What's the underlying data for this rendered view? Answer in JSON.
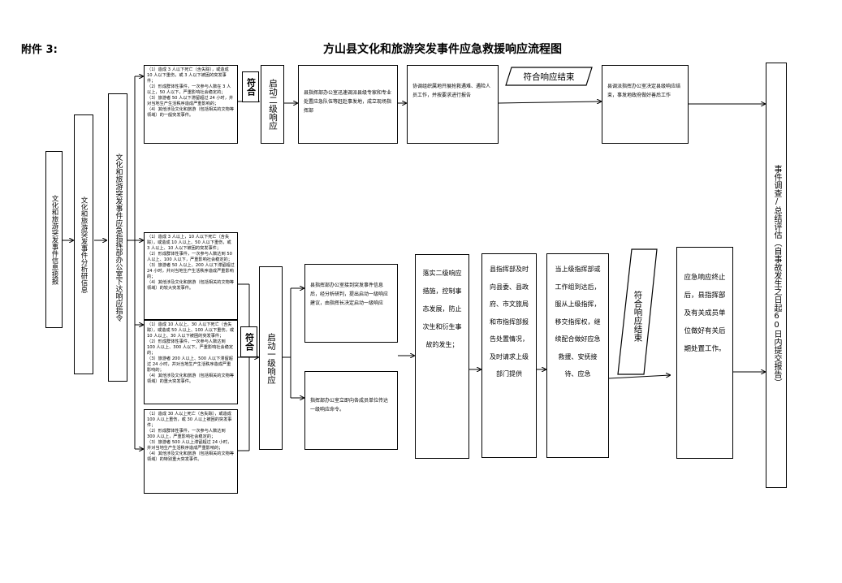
{
  "annex_label": "附件 3:",
  "title": "方山县文化和旅游突发事件应急救援响应流程图",
  "col_info_receive": "文化和旅游突发事件信息接报",
  "col_analysis": "文化和旅游突发事件分析研信息",
  "col_command": "文化和旅游突发事件应急指挥部办公室下达响应指令",
  "criteria_1": "（1）造成 3 人以下死亡（含失踪），或造成 10 人以下重伤，或 3 人以下被困的突发事件；\n（2）形成群体性事件，一次参与人数在 3 人以上，50 人以下，严重影响社会稳定的；\n（3）旅游者 50 人以下滞留超过 24 小时，并对当地生产生活秩序造成严重影响的；\n（4）其他涉及文化和旅游（包括相关的文物等领域）的一般突发事件。",
  "criteria_2": "（1）造成 3 人以上，10 人以下死亡（含失踪），或造成 10 人以上、50 人以下重伤，或 3 人以上、10 人以下被困的突发事件；\n（2）形成群体性事件，一次参与人数达到 50 人以上、100 人以下，严重影响社会稳定的；\n（3）旅游者 50 人以上、200 人以下滞留超过 24 小时，并对当地生产生活秩序造成严重影响的；\n（4）其他涉及文化和旅游（包括相关的文物等领域）的较大突发事件。",
  "criteria_3": "（1）造成 10 人以上、30 人以下死亡（含失踪），或造成 50 人以上、100 人以下重伤，或 10 人以上、30 人以下被困的突发事件；\n（2）形成群体性事件，一次参与人数达到 100 人以上、300 人以下，严重影响社会稳定的；\n（3）旅游者 200 人以上、500 人以下滞留超过 24 小时，并对当地生产生活秩序造成严重影响的；\n（4）其他涉及文化和旅游（包括相关的文物等领域）的重大突发事件。",
  "criteria_4": "（1）造成 30 人以上死亡（含失踪），或造成 100 人以上重伤，或 30 人以上被困的突发事件；\n（2）形成群体性事件，一次参与人数达到 300 人以上，严重影响社会稳定的；\n（3）旅游者 500 人以上滞留超过 24 小时，并对当地生产生活秩序造成严重影响的；\n（4）其他涉及文化和旅游（包括相关的文物等领域）的特别重大突发事件。",
  "match_1": "符合",
  "match_2": "符合",
  "start_level2": "启动二级响应",
  "start_level1": "启动一级响应",
  "l2_step1": "县指挥部办公室迅速调派县级专家和专业处置应急队伍等赶赴事发地，成立现场指挥部",
  "l2_step2": "协调组织属地开展抢救遇难、遇险人员工作，并按要求进行报告",
  "l2_end_label": "符合响应结束",
  "l2_step3": "县调派指挥办公室决定县级响应结束，事发地政府做好善后工作",
  "l1_upper": "县指挥部办公室接到突发事件信息后，经分析研判，提出启动一级响应建议，由指挥长决定启动一级响应",
  "l1_lower": "指挥部办公室立即向各成员单位传达一级响应命令。",
  "l1_implement": "落实二级响应措施，控制事态发展，防止次生和衍生事故的发生；",
  "l1_report": "县指挥部及时向县委、县政府、市文旅局和市指挥部报告处置情况，及时请求上级部门提供",
  "l1_superior": "当上级指挥部或工作组到达后，服从上级指挥，移交指挥权，继续配合做好应急救援、安抚接待、应急",
  "l1_end_label": "符合响应结束",
  "l1_after": "应急响应终止后，县指挥部及有关成员单位做好有关后期处置工作。",
  "final_col": "事件调查/总结评估（自事故发生之日起60日内提交报告）"
}
